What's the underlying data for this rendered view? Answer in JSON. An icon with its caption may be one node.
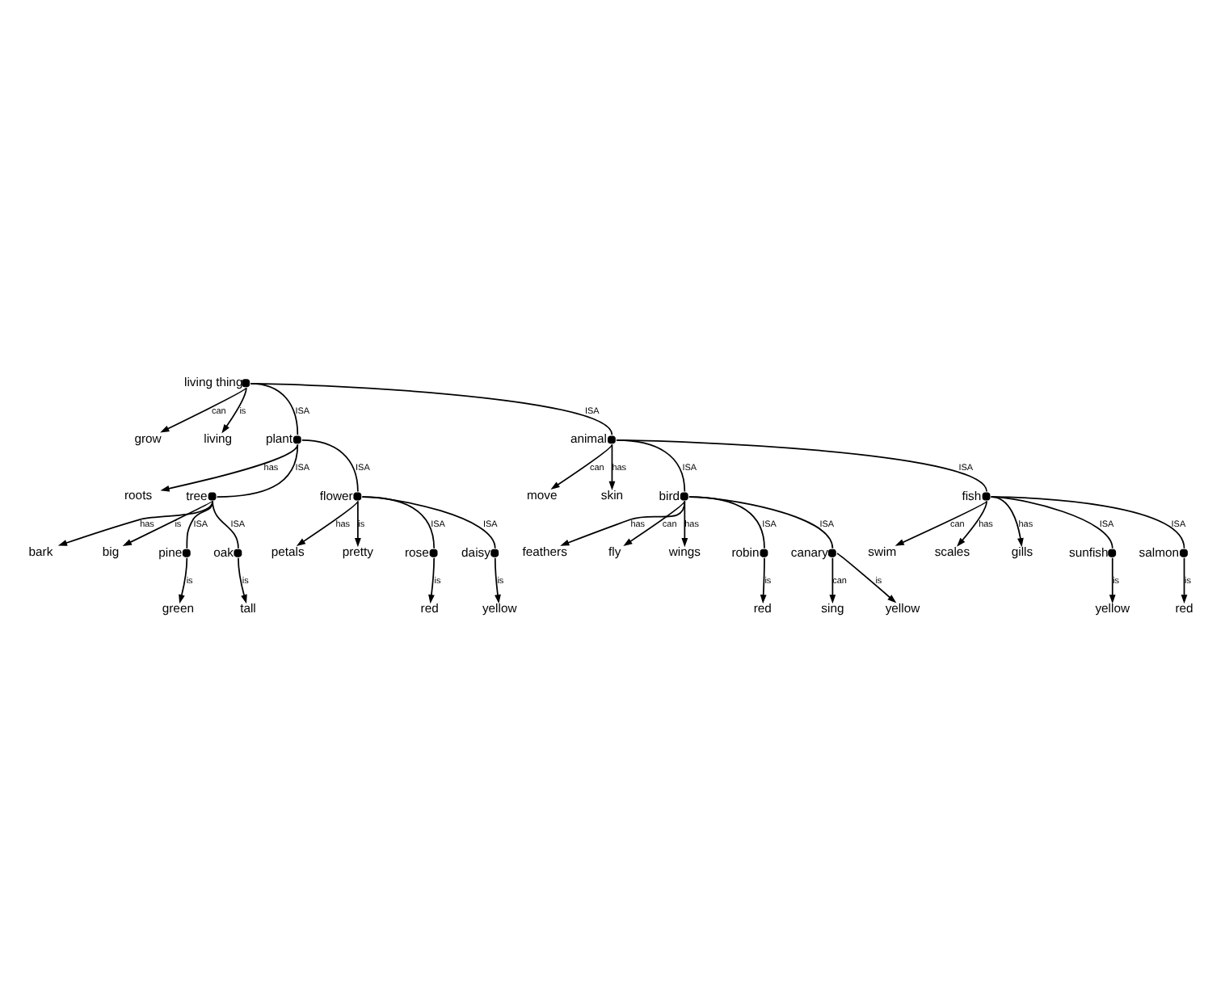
{
  "diagram": {
    "nodes": [
      {
        "text": [
          "living thing"
        ]
      },
      {
        "text": [
          "grow"
        ]
      },
      {
        "text": [
          "living"
        ]
      },
      {
        "text": [
          "plant"
        ]
      },
      {
        "text": [
          "roots"
        ]
      },
      {
        "text": [
          "animal"
        ]
      },
      {
        "text": [
          "move"
        ]
      },
      {
        "text": [
          "skin"
        ]
      },
      {
        "text": [
          "tree"
        ]
      },
      {
        "text": [
          "bark"
        ]
      },
      {
        "text": [
          "big"
        ]
      },
      {
        "text": [
          "flower"
        ]
      },
      {
        "text": [
          "petals"
        ]
      },
      {
        "text": [
          "pretty"
        ]
      },
      {
        "text": [
          "bird"
        ]
      },
      {
        "text": [
          "feathers"
        ]
      },
      {
        "text": [
          "fly"
        ]
      },
      {
        "text": [
          "wings"
        ]
      },
      {
        "text": [
          "fish"
        ]
      },
      {
        "text": [
          "swim"
        ]
      },
      {
        "text": [
          "scales"
        ]
      },
      {
        "text": [
          "gills"
        ]
      },
      {
        "text": [
          "pine"
        ]
      },
      {
        "text": [
          "green"
        ]
      },
      {
        "text": [
          "oak"
        ]
      },
      {
        "text": [
          "tall"
        ]
      },
      {
        "text": [
          "rose"
        ]
      },
      {
        "text": [
          "red"
        ]
      },
      {
        "text": [
          "daisy"
        ]
      },
      {
        "text": [
          "yellow"
        ]
      },
      {
        "text": [
          "robin"
        ]
      },
      {
        "text": [
          "red"
        ]
      },
      {
        "text": [
          "canary"
        ]
      },
      {
        "text": [
          "sing"
        ]
      },
      {
        "text": [
          "yellow"
        ]
      },
      {
        "text": [
          "sunfish"
        ]
      },
      {
        "text": [
          "yellow"
        ]
      },
      {
        "text": [
          "salmon"
        ]
      },
      {
        "text": [
          "red"
        ]
      }
    ],
    "edges": [
      {
        "from": 0,
        "to": 1,
        "arrow": "to",
        "label": "can"
      },
      {
        "from": 0,
        "to": 2,
        "arrow": "to",
        "label": "is"
      },
      {
        "from": 0,
        "to": 3,
        "arrow": "none",
        "label": "ISA"
      },
      {
        "from": 0,
        "to": 5,
        "arrow": "none",
        "label": "ISA"
      },
      {
        "from": 3,
        "to": 4,
        "arrow": "to",
        "label": "has"
      },
      {
        "from": 5,
        "to": 6,
        "arrow": "to",
        "label": "can"
      },
      {
        "from": 5,
        "to": 7,
        "arrow": "to",
        "label": "has"
      },
      {
        "from": 3,
        "to": 8,
        "arrow": "none",
        "label": "ISA"
      },
      {
        "from": 3,
        "to": 11,
        "arrow": "none",
        "label": "ISA"
      },
      {
        "from": 5,
        "to": 14,
        "arrow": "none",
        "label": "ISA"
      },
      {
        "from": 5,
        "to": 18,
        "arrow": "none",
        "label": "ISA"
      },
      {
        "from": 8,
        "to": 9,
        "arrow": "to",
        "label": "has"
      },
      {
        "from": 8,
        "to": 10,
        "arrow": "to",
        "label": "is"
      },
      {
        "from": 11,
        "to": 12,
        "arrow": "to",
        "label": "has"
      },
      {
        "from": 11,
        "to": 13,
        "arrow": "to",
        "label": "is"
      },
      {
        "from": 14,
        "to": 15,
        "arrow": "to",
        "label": "has"
      },
      {
        "from": 14,
        "to": 16,
        "arrow": "to",
        "label": "can"
      },
      {
        "from": 14,
        "to": 17,
        "arrow": "to",
        "label": "has"
      },
      {
        "from": 18,
        "to": 19,
        "arrow": "to",
        "label": "can"
      },
      {
        "from": 18,
        "to": 20,
        "arrow": "to",
        "label": "has"
      },
      {
        "from": 18,
        "to": 21,
        "arrow": "to",
        "label": "has"
      },
      {
        "from": 8,
        "to": 22,
        "arrow": "none",
        "label": "ISA"
      },
      {
        "from": 8,
        "to": 24,
        "arrow": "none",
        "label": "ISA"
      },
      {
        "from": 11,
        "to": 26,
        "arrow": "none",
        "label": "ISA"
      },
      {
        "from": 11,
        "to": 28,
        "arrow": "none",
        "label": "ISA"
      },
      {
        "from": 14,
        "to": 30,
        "arrow": "none",
        "label": "ISA"
      },
      {
        "from": 14,
        "to": 32,
        "arrow": "none",
        "label": "ISA"
      },
      {
        "from": 18,
        "to": 35,
        "arrow": "none",
        "label": "ISA"
      },
      {
        "from": 18,
        "to": 37,
        "arrow": "none",
        "label": "ISA"
      },
      {
        "from": 22,
        "to": 23,
        "arrow": "to",
        "label": "is"
      },
      {
        "from": 24,
        "to": 25,
        "arrow": "to",
        "label": "is"
      },
      {
        "from": 26,
        "to": 27,
        "arrow": "to",
        "label": "is"
      },
      {
        "from": 28,
        "to": 29,
        "arrow": "to",
        "label": "is"
      },
      {
        "from": 30,
        "to": 31,
        "arrow": "to",
        "label": "is"
      },
      {
        "from": 32,
        "to": 33,
        "arrow": "to",
        "label": "can"
      },
      {
        "from": 32,
        "to": 34,
        "arrow": "to",
        "label": "is"
      },
      {
        "from": 35,
        "to": 36,
        "arrow": "to",
        "label": "is"
      },
      {
        "from": 37,
        "to": 38,
        "arrow": "to",
        "label": "is"
      }
    ]
  }
}
